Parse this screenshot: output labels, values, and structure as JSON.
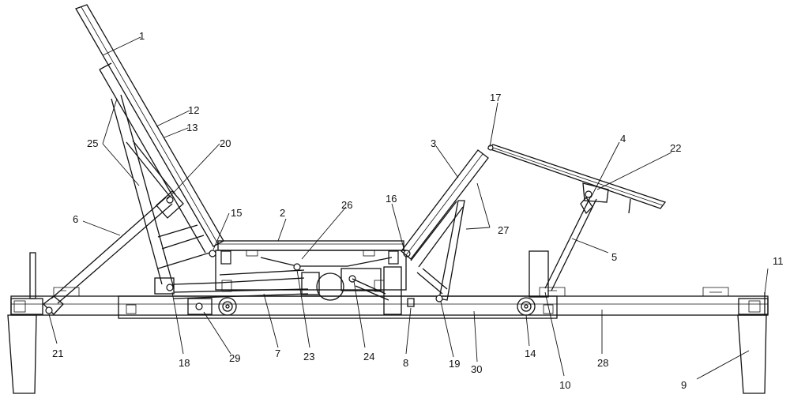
{
  "figure": {
    "type": "mechanical drawing",
    "colors": {
      "line": "#111111",
      "background": "#ffffff"
    },
    "labels": [
      {
        "key": "l1",
        "text": "1"
      },
      {
        "key": "l2",
        "text": "2"
      },
      {
        "key": "l3",
        "text": "3"
      },
      {
        "key": "l4",
        "text": "4"
      },
      {
        "key": "l5",
        "text": "5"
      },
      {
        "key": "l6",
        "text": "6"
      },
      {
        "key": "l7",
        "text": "7"
      },
      {
        "key": "l8",
        "text": "8"
      },
      {
        "key": "l9",
        "text": "9"
      },
      {
        "key": "l10",
        "text": "10"
      },
      {
        "key": "l11",
        "text": "11"
      },
      {
        "key": "l12",
        "text": "12"
      },
      {
        "key": "l13",
        "text": "13"
      },
      {
        "key": "l14",
        "text": "14"
      },
      {
        "key": "l15",
        "text": "15"
      },
      {
        "key": "l16",
        "text": "16"
      },
      {
        "key": "l17",
        "text": "17"
      },
      {
        "key": "l18",
        "text": "18"
      },
      {
        "key": "l19",
        "text": "19"
      },
      {
        "key": "l20",
        "text": "20"
      },
      {
        "key": "l21",
        "text": "21"
      },
      {
        "key": "l22",
        "text": "22"
      },
      {
        "key": "l23",
        "text": "23"
      },
      {
        "key": "l24",
        "text": "24"
      },
      {
        "key": "l25",
        "text": "25"
      },
      {
        "key": "l26",
        "text": "26"
      },
      {
        "key": "l27",
        "text": "27"
      },
      {
        "key": "l28",
        "text": "28"
      },
      {
        "key": "l29",
        "text": "29"
      },
      {
        "key": "l30",
        "text": "30"
      }
    ]
  }
}
